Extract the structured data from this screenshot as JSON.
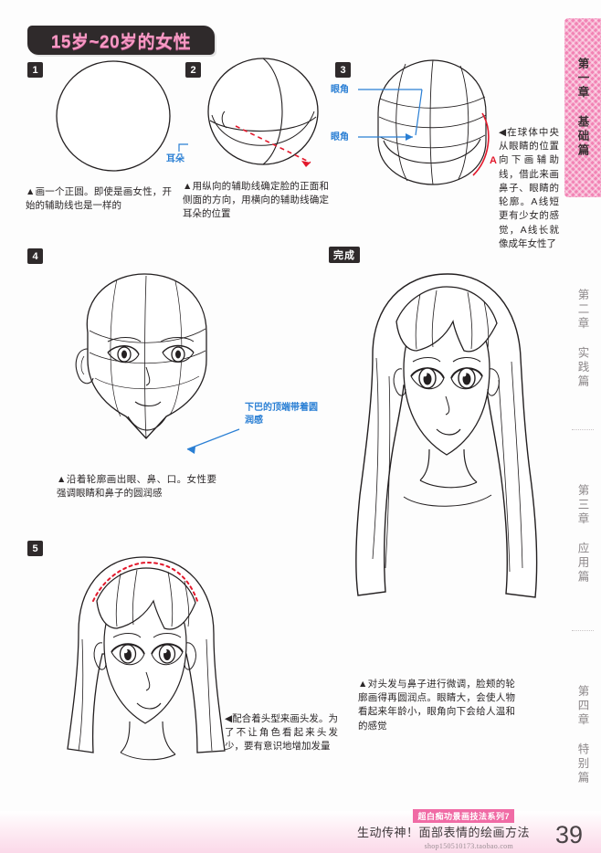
{
  "header": {
    "title": "15岁~20岁的女性",
    "title_color": "#f79ac4",
    "banner_color": "#2f2a2b"
  },
  "steps": [
    {
      "badge": "1",
      "caption": "▲画一个正圆。即使是画女性，开始的辅助线也是一样的"
    },
    {
      "badge": "2",
      "caption": "▲用纵向的辅助线确定脸的正面和侧面的方向，用横向的辅助线确定耳朵的位置",
      "label_ear": "耳朵"
    },
    {
      "badge": "3",
      "caption": "◀在球体中央从眼睛的位置向下画辅助线，借此来画鼻子、眼睛的轮廓。A线短更有少女的感觉，A线长就像成年女性了",
      "label_eye_corner_top": "眼角",
      "label_eye_corner_bottom": "眼角",
      "label_a": "A"
    },
    {
      "badge": "4",
      "caption": "▲沿着轮廓画出眼、鼻、口。女性要强调眼睛和鼻子的圆润感",
      "label_chin": "下巴的顶端带着圆润感"
    },
    {
      "badge": "5",
      "caption": "◀配合着头型来画头发。为了不让角色看起来头发少，要有意识地增加发量"
    },
    {
      "badge": "完成",
      "caption": "▲对头发与鼻子进行微调，脸颊的轮廓画得再圆润点。眼睛大，会使人物看起来年龄小，眼角向下会给人温和的感觉"
    }
  ],
  "sidebar": {
    "tabs": [
      {
        "label": "第一章 基础篇",
        "active": true
      },
      {
        "label": "第二章 实践篇",
        "active": false
      },
      {
        "label": "第三章 应用篇",
        "active": false
      },
      {
        "label": "第四章 特别篇",
        "active": false
      }
    ],
    "active_color": "#f282b4"
  },
  "footer": {
    "series_band": "超白痴功景画技法系列7",
    "book_title": "生动传神！面部表情的绘画方法",
    "shop": "shop150510173.taobao.com",
    "page_number": "39",
    "band_color": "#f06ba5"
  },
  "colors": {
    "ink": "#231f20",
    "annotation_blue": "#2a7fd4",
    "annotation_red": "#e2182b",
    "pink": "#f282b4"
  }
}
